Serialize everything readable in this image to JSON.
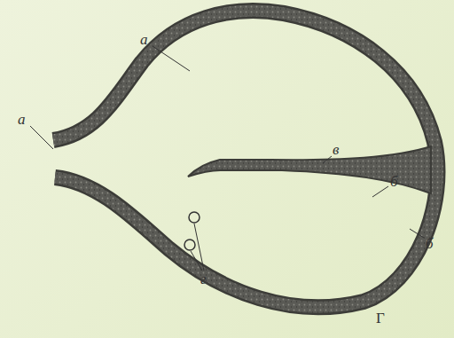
{
  "diagram": {
    "labels": [
      "а",
      "а",
      "в",
      "б",
      "б",
      "г",
      "Г"
    ]
  }
}
